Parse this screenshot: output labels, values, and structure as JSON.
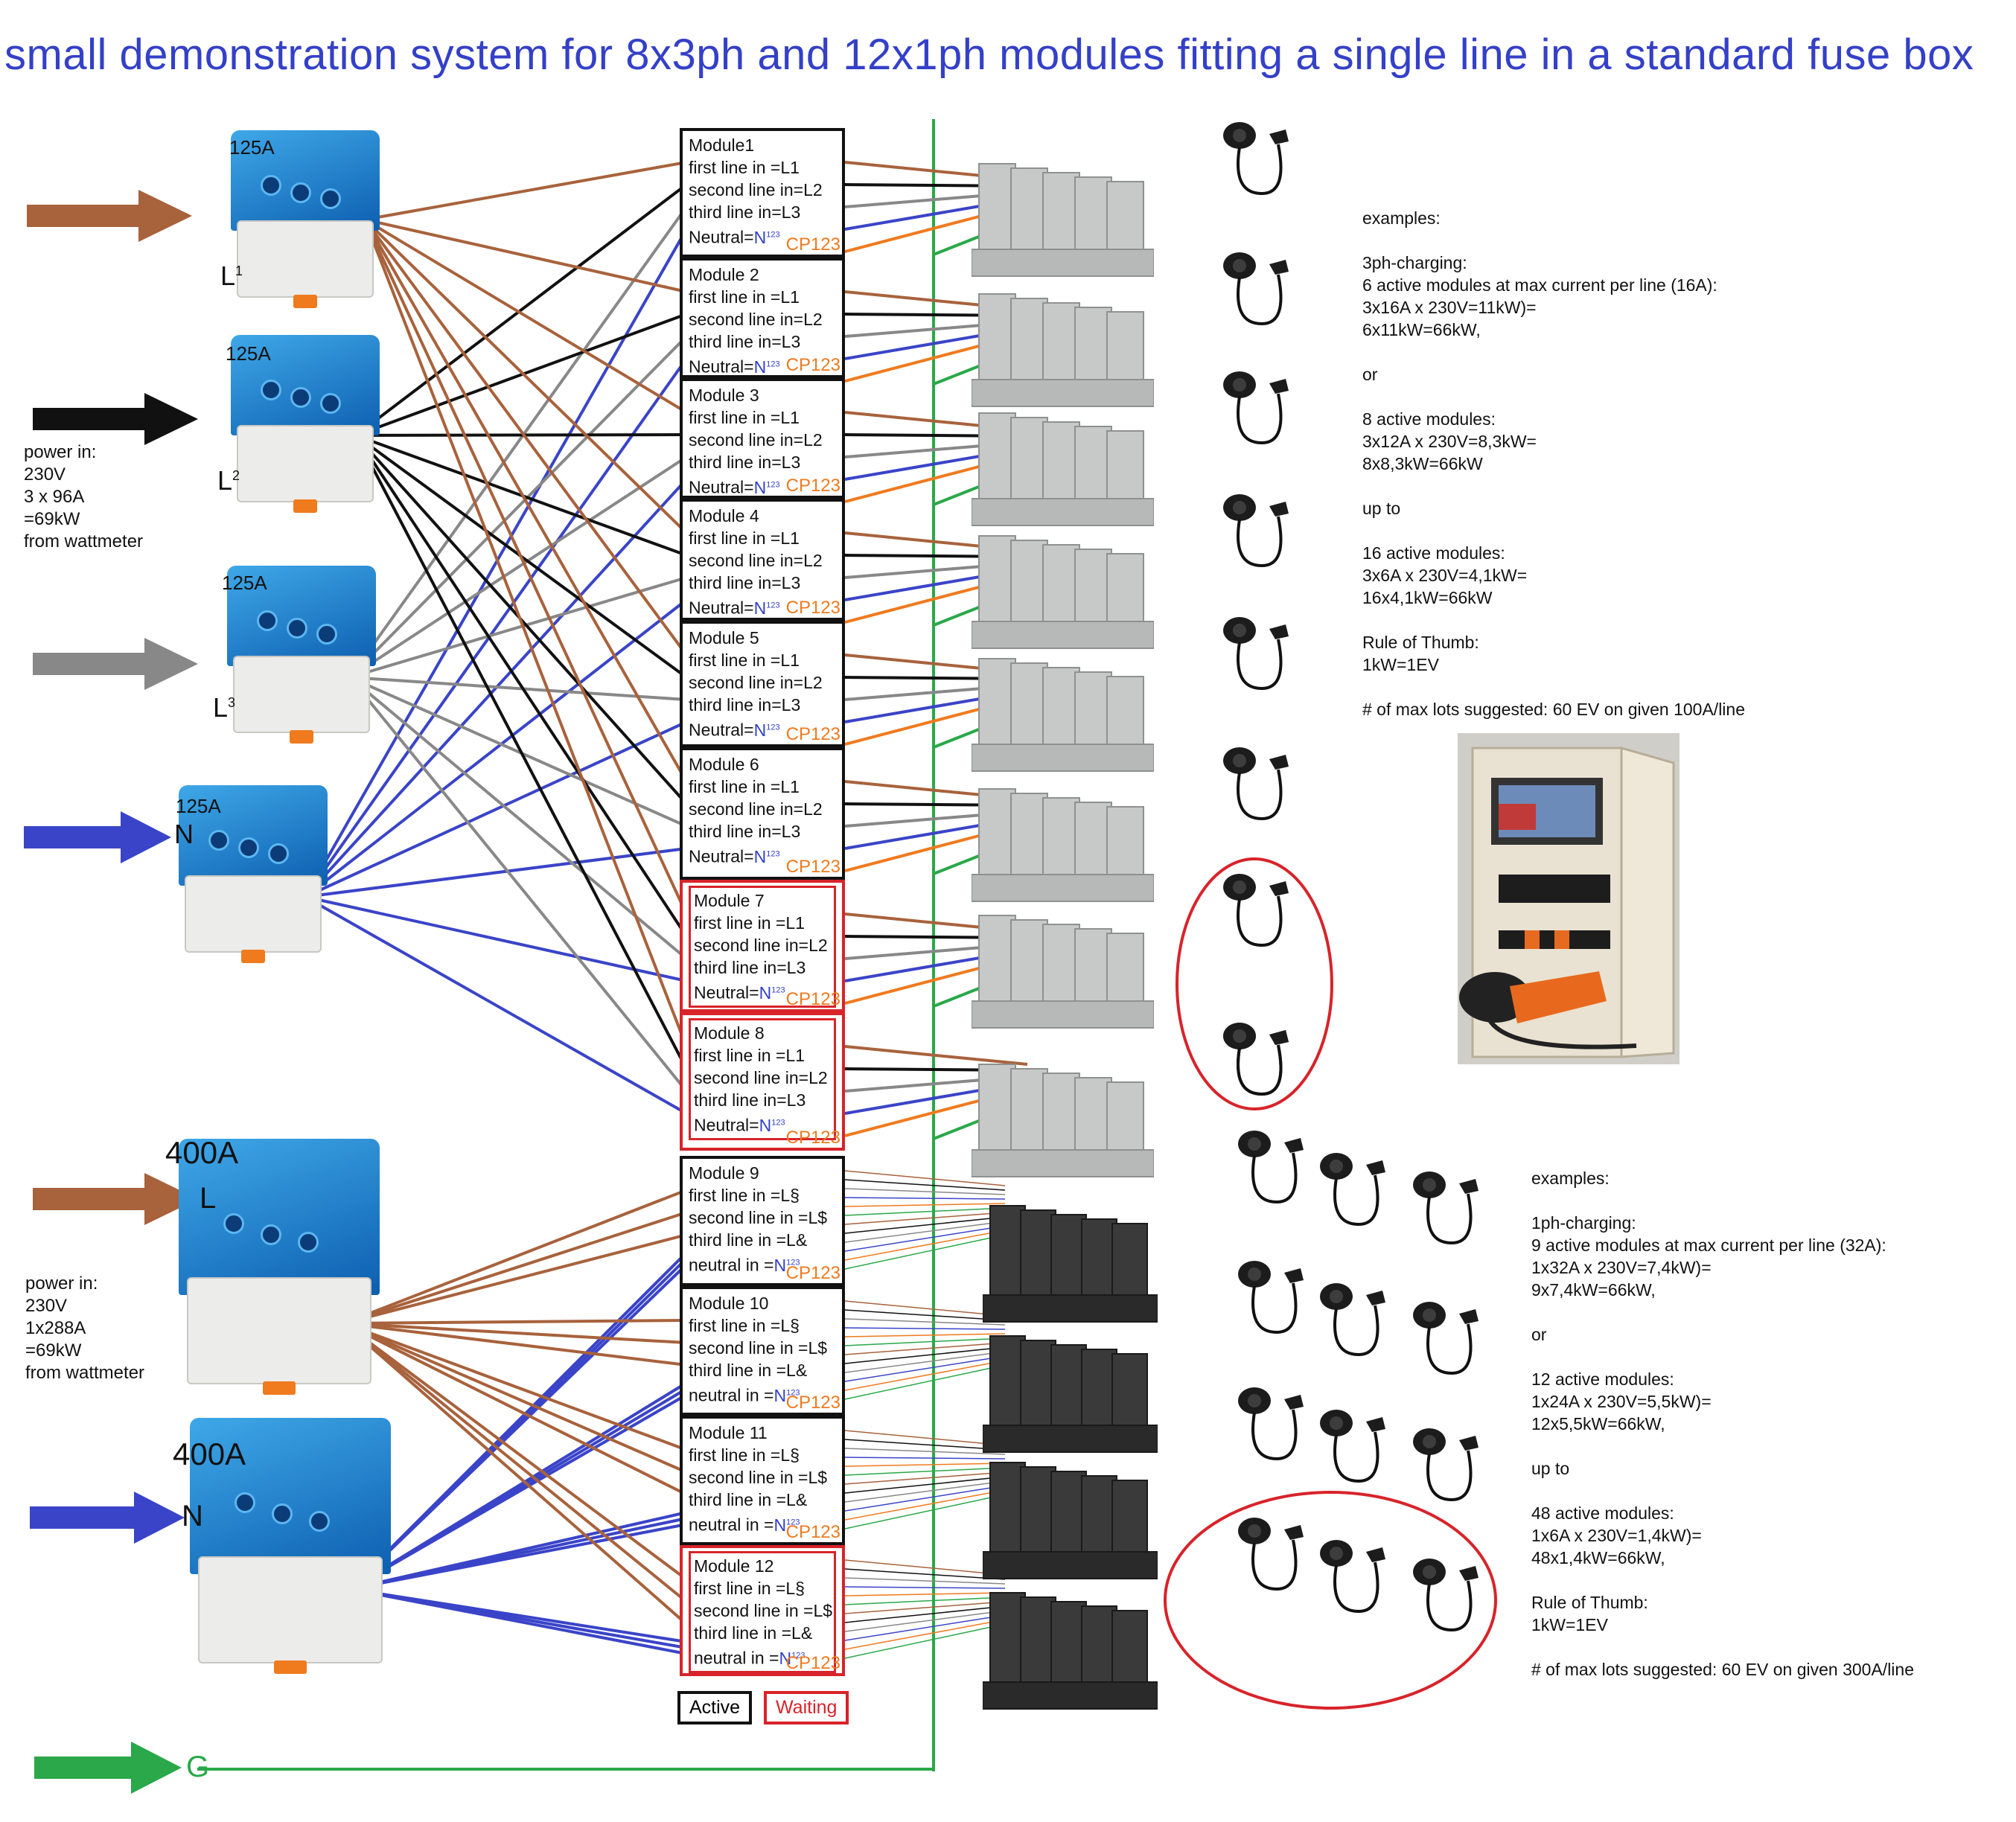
{
  "title": "small demonstration system for 8x3ph and 12x1ph modules fitting a single line in a standard fuse box",
  "colors": {
    "L1": "#a8623c",
    "L2": "#111111",
    "L3": "#888888",
    "N": "#3a44c8",
    "G": "#2aa84a",
    "cp": "#f07a1e",
    "waiting": "#d8232a",
    "title": "#3440c8"
  },
  "distribution_3ph": [
    {
      "rating": "125A",
      "phase": "L",
      "sub": "1"
    },
    {
      "rating": "125A",
      "phase": "L",
      "sub": "2"
    },
    {
      "rating": "125A",
      "phase": "L",
      "sub": "3"
    },
    {
      "rating": "125A",
      "phase": "N",
      "sub": ""
    }
  ],
  "distribution_1ph": [
    {
      "rating": "400A",
      "phase": "L"
    },
    {
      "rating": "400A",
      "phase": "N"
    }
  ],
  "ground_label": "G",
  "power_in_3ph": [
    "power in:",
    "230V",
    "3 x 96A",
    "=69kW",
    "from wattmeter"
  ],
  "power_in_1ph": [
    "power in:",
    "230V",
    "1x288A",
    "=69kW",
    "from wattmeter"
  ],
  "modules_3ph": [
    {
      "name": "Module1",
      "l1": "first line in =L1",
      "l2": "second line in=L2",
      "l3": "third line in=L3",
      "n": "Neutral=",
      "nsym": "N",
      "nsup": "123",
      "cp": "CP123",
      "status": "active"
    },
    {
      "name": "Module 2",
      "l1": "first line in =L1",
      "l2": "second line in=L2",
      "l3": "third line in=L3",
      "n": "Neutral=",
      "nsym": "N",
      "nsup": "123",
      "cp": "CP123",
      "status": "active"
    },
    {
      "name": "Module   3",
      "l1": "first line in =L1",
      "l2": "second line in=L2",
      "l3": "third line in=L3",
      "n": "Neutral=",
      "nsym": "N",
      "nsup": "123",
      "cp": "CP123",
      "status": "active"
    },
    {
      "name": "Module 4",
      "l1": "first line in =L1",
      "l2": "second line in=L2",
      "l3": "third line in=L3",
      "n": "Neutral=",
      "nsym": "N",
      "nsup": "123",
      "cp": "CP123",
      "status": "active"
    },
    {
      "name": "Module  5",
      "l1": "first line in =L1",
      "l2": "second line in=L2",
      "l3": "third line in=L3",
      "n": "Neutral=",
      "nsym": "N",
      "nsup": "123",
      "cp": "CP123",
      "status": "active"
    },
    {
      "name": "Module  6",
      "l1": "first line in =L1",
      "l2": "second line in=L2",
      "l3": "third line in=L3",
      "n": "Neutral=",
      "nsym": "N",
      "nsup": "123",
      "cp": "CP123",
      "status": "active"
    },
    {
      "name": "Module  7",
      "l1": "first line in =L1",
      "l2": "second line in=L2",
      "l3": "third line in=L3",
      "n": "Neutral=",
      "nsym": "N",
      "nsup": "123",
      "cp": "CP123",
      "status": "waiting"
    },
    {
      "name": "Module  8",
      "l1": "first line in =L1",
      "l2": "second line in=L2",
      "l3": "third line in=L3",
      "n": "Neutral=",
      "nsym": "N",
      "nsup": "123",
      "cp": "CP123",
      "status": "waiting"
    }
  ],
  "modules_1ph": [
    {
      "name": "Module 9",
      "l1": "first line in    =L§",
      "l2": "second line in =L$",
      "l3": "third line in    =L&",
      "n": "neutral in =",
      "nsym": "N",
      "nsup": "123",
      "cp": "CP123",
      "status": "active"
    },
    {
      "name": "Module 10",
      "l1": "first line in    =L§",
      "l2": "second line in =L$",
      "l3": "third line in    =L&",
      "n": "neutral in =",
      "nsym": "N",
      "nsup": "123",
      "cp": "CP123",
      "status": "active"
    },
    {
      "name": "Module 11",
      "l1": "first line in    =L§",
      "l2": "second line in =L$",
      "l3": "third line in    =L&",
      "n": "neutral in =",
      "nsym": "N",
      "nsup": "123",
      "cp": "CP123",
      "status": "active"
    },
    {
      "name": "Module 12",
      "l1": "first line in    =L§",
      "l2": "second line in =L$",
      "l3": "third line in    =L&",
      "n": "neutral in =",
      "nsym": "N",
      "nsup": "123",
      "cp": "CP123",
      "status": "waiting"
    }
  ],
  "legend": {
    "active": "Active",
    "waiting": "Waiting"
  },
  "examples_3ph": [
    "examples:",
    "",
    "3ph-charging:",
    "6 active modules at max current per line (16A):",
    "3x16A x 230V=11kW)=",
    "6x11kW=66kW,",
    "",
    "or",
    "",
    "8 active modules:",
    "3x12A x 230V=8,3kW=",
    "8x8,3kW=66kW",
    "",
    "up to",
    "",
    "16 active modules:",
    "3x6A x 230V=4,1kW=",
    "16x4,1kW=66kW",
    "",
    "Rule of Thumb:",
    "1kW=1EV",
    "",
    "# of max lots suggested: 60 EV on given 100A/line"
  ],
  "examples_1ph": [
    "examples:",
    "",
    "1ph-charging:",
    "9 active modules at max current per line (32A):",
    "1x32A x 230V=7,4kW)=",
    "9x7,4kW=66kW,",
    "",
    "or",
    "",
    "12 active modules:",
    "1x24A x 230V=5,5kW)=",
    "12x5,5kW=66kW,",
    "",
    "up to",
    "",
    "48 active modules:",
    "1x6A x 230V=1,4kW)=",
    "48x1,4kW=66kW,",
    "",
    "Rule of Thumb:",
    "1kW=1EV",
    "",
    "# of max lots suggested: 60 EV on given 300A/line"
  ]
}
